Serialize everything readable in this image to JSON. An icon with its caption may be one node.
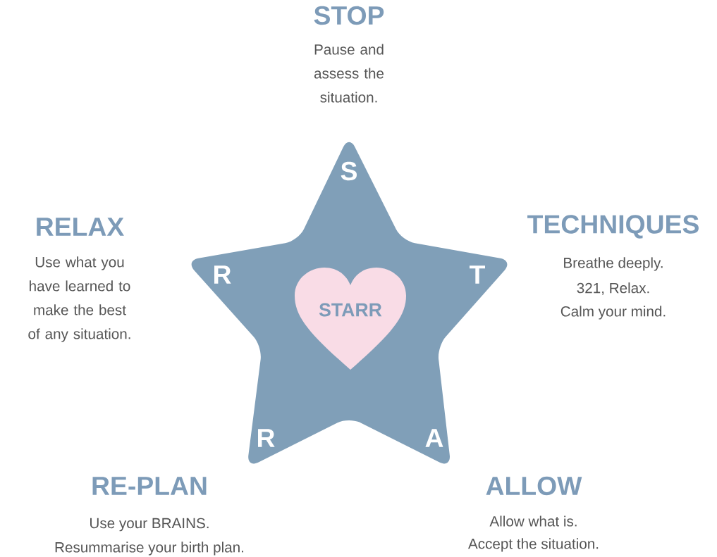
{
  "diagram": {
    "nodes": [
      {
        "text": [
          "S",
          "R",
          "T",
          "R",
          "A"
        ]
      },
      {
        "text": [
          "STARR"
        ],
        "in": 0
      }
    ],
    "labels": [
      "STOP",
      "Pause and assess the situation.",
      "RELAX",
      "Use what you have learned to make the best of any situation.",
      "TECHNIQUES",
      "Breathe deeply.",
      "321, Relax.",
      "Calm your mind.",
      "RE-PLAN",
      "Use your BRAINS.",
      "Resummarise your birth plan.",
      "ALLOW",
      "Allow what is.",
      "Accept the situation."
    ]
  }
}
